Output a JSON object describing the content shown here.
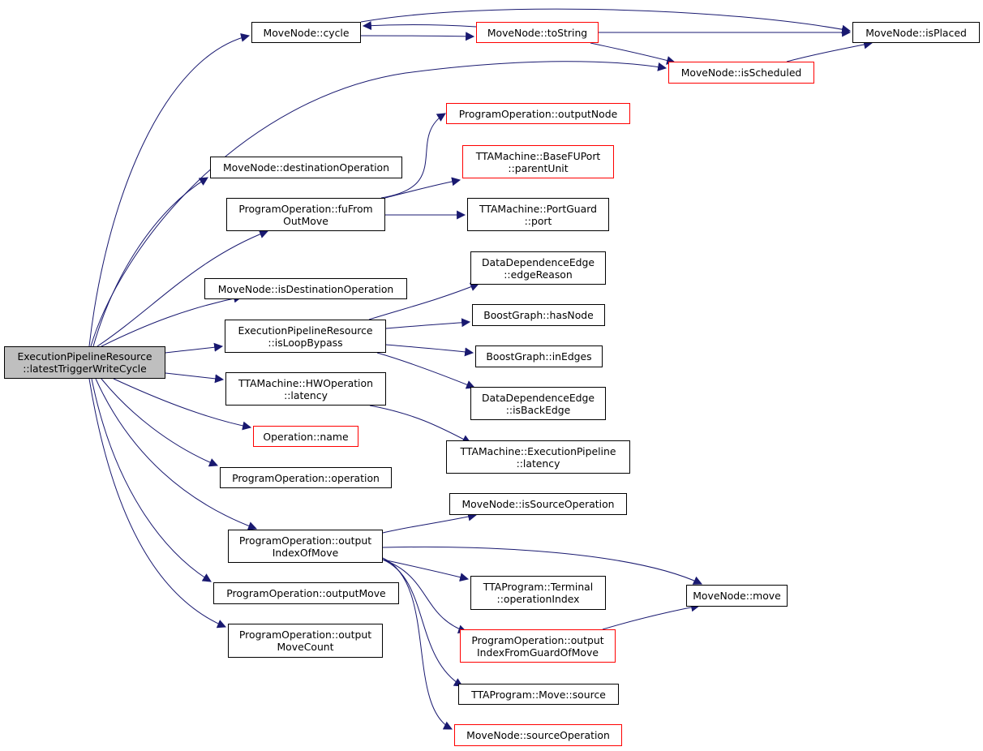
{
  "colors": {
    "edge": "#191970",
    "root_fill": "#bfbfbf",
    "node_border": "#000000",
    "node_border_has_more": "#ff0000",
    "background": "#ffffff"
  },
  "nodes": {
    "root": {
      "line1": "ExecutionPipelineResource",
      "line2": "::latestTriggerWriteCycle"
    },
    "cycle": {
      "line1": "MoveNode::cycle"
    },
    "toString": {
      "line1": "MoveNode::toString"
    },
    "isPlaced": {
      "line1": "MoveNode::isPlaced"
    },
    "isScheduled": {
      "line1": "MoveNode::isScheduled"
    },
    "outputNode": {
      "line1": "ProgramOperation::outputNode"
    },
    "destinationOperation": {
      "line1": "MoveNode::destinationOperation"
    },
    "parentUnit": {
      "line1": "TTAMachine::BaseFUPort",
      "line2": "::parentUnit"
    },
    "fuFromOutMove": {
      "line1": "ProgramOperation::fuFrom",
      "line2": "OutMove"
    },
    "port": {
      "line1": "TTAMachine::PortGuard",
      "line2": "::port"
    },
    "edgeReason": {
      "line1": "DataDependenceEdge",
      "line2": "::edgeReason"
    },
    "isDestinationOperation": {
      "line1": "MoveNode::isDestinationOperation"
    },
    "hasNode": {
      "line1": "BoostGraph::hasNode"
    },
    "isLoopBypass": {
      "line1": "ExecutionPipelineResource",
      "line2": "::isLoopBypass"
    },
    "inEdges": {
      "line1": "BoostGraph::inEdges"
    },
    "hwLatency": {
      "line1": "TTAMachine::HWOperation",
      "line2": "::latency"
    },
    "isBackEdge": {
      "line1": "DataDependenceEdge",
      "line2": "::isBackEdge"
    },
    "opName": {
      "line1": "Operation::name"
    },
    "epLatency": {
      "line1": "TTAMachine::ExecutionPipeline",
      "line2": "::latency"
    },
    "operation": {
      "line1": "ProgramOperation::operation"
    },
    "isSourceOperation": {
      "line1": "MoveNode::isSourceOperation"
    },
    "outputIndexOfMove": {
      "line1": "ProgramOperation::output",
      "line2": "IndexOfMove"
    },
    "terminalOpIndex": {
      "line1": "TTAProgram::Terminal",
      "line2": "::operationIndex"
    },
    "move": {
      "line1": "MoveNode::move"
    },
    "outputMove": {
      "line1": "ProgramOperation::outputMove"
    },
    "outputIndexFromGuard": {
      "line1": "ProgramOperation::output",
      "line2": "IndexFromGuardOfMove"
    },
    "outputMoveCount": {
      "line1": "ProgramOperation::output",
      "line2": "MoveCount"
    },
    "moveSource": {
      "line1": "TTAProgram::Move::source"
    },
    "sourceOperation": {
      "line1": "MoveNode::sourceOperation"
    }
  }
}
